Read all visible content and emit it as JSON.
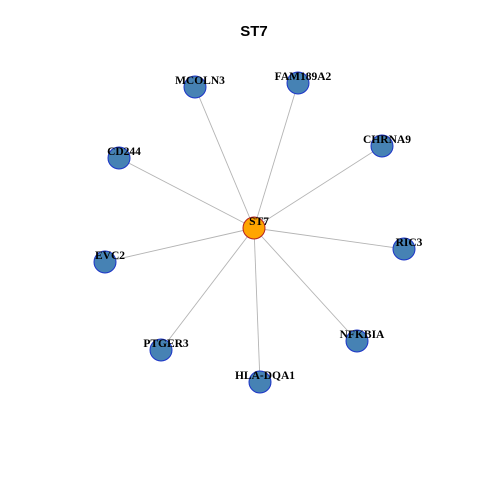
{
  "title": "ST7",
  "colors": {
    "edge": "#b4b4b4",
    "center_fill": "#ffa500",
    "center_stroke": "#b22222",
    "node_fill": "#4682b4",
    "node_stroke": "#1c34c8",
    "background": "#ffffff"
  },
  "center": {
    "label": "ST7"
  },
  "neighbors": [
    {
      "label": "MCOLN3"
    },
    {
      "label": "FAM189A2"
    },
    {
      "label": "CHRNA9"
    },
    {
      "label": "RIC3"
    },
    {
      "label": "NFKBIA"
    },
    {
      "label": "HLA-DQA1"
    },
    {
      "label": "PTGER3"
    },
    {
      "label": "EVC2"
    },
    {
      "label": "CD244"
    }
  ]
}
